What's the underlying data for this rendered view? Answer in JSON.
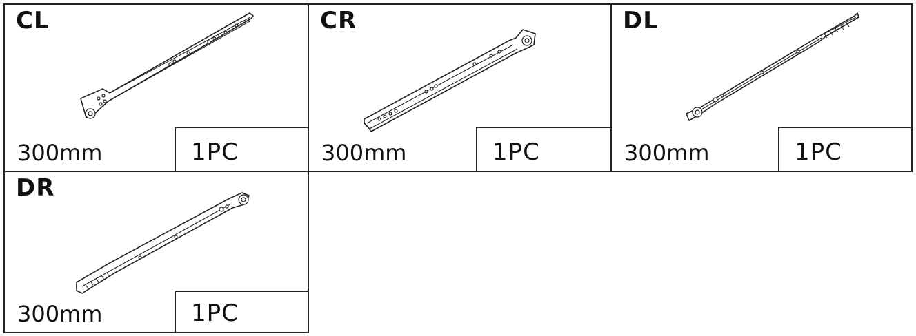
{
  "parts": [
    {
      "code": "CL",
      "length": "300mm",
      "qty": "1PC"
    },
    {
      "code": "CR",
      "length": "300mm",
      "qty": "1PC"
    },
    {
      "code": "DL",
      "length": "300mm",
      "qty": "1PC"
    },
    {
      "code": "DR",
      "length": "300mm",
      "qty": "1PC"
    }
  ]
}
